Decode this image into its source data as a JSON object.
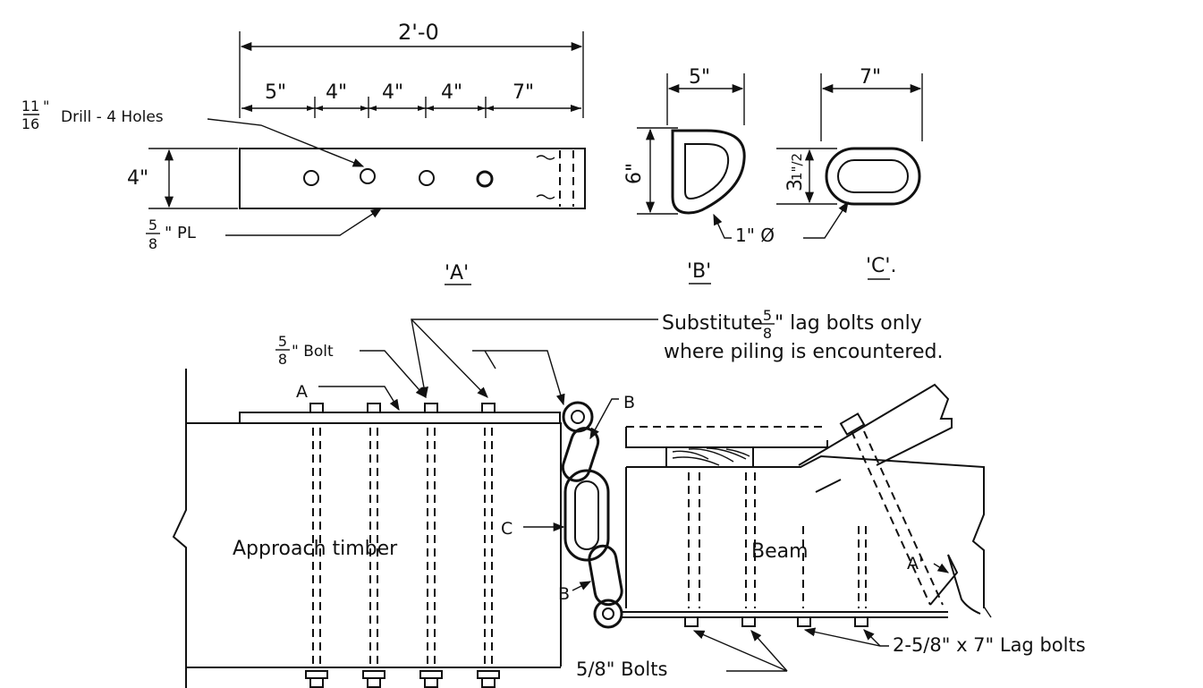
{
  "plate_detail": {
    "overall_dim": "2'-0",
    "spacing_dims": [
      "5\"",
      "4\"",
      "4\"",
      "4\"",
      "7\""
    ],
    "drill_note": "Drill - 4 Holes",
    "drill_frac_num": "11",
    "drill_frac_den": "16",
    "drill_unit": "\"",
    "height_dim": "4\"",
    "plate_frac_num": "5",
    "plate_frac_den": "8",
    "plate_unit": "\" PL",
    "label": "'A'"
  },
  "link_b_detail": {
    "width_dim": "5\"",
    "height_dim": "6\"",
    "label": "'B'"
  },
  "link_c_detail": {
    "width_dim": "7\"",
    "height_whole": "3",
    "height_frac": "1\"/2",
    "label": "'C'."
  },
  "rod_dia": "1\" Ø",
  "assembly": {
    "substitute_line1": "Substitute",
    "substitute_frac_num": "5",
    "substitute_frac_den": "8",
    "substitute_rest": "\" lag bolts only",
    "substitute_line2": "where piling is encountered.",
    "bolt_frac_num": "5",
    "bolt_frac_den": "8",
    "bolt_label": "\" Bolt",
    "callout_a_left": "A",
    "callout_b_top": "B",
    "callout_c": "C",
    "callout_b_bottom": "B",
    "callout_a_right": "A'",
    "approach_timber": "Approach timber",
    "beam": "Beam",
    "bolts_note": "5/8\" Bolts",
    "lag_bolts_note": "2-5/8\" x 7\" Lag bolts"
  }
}
